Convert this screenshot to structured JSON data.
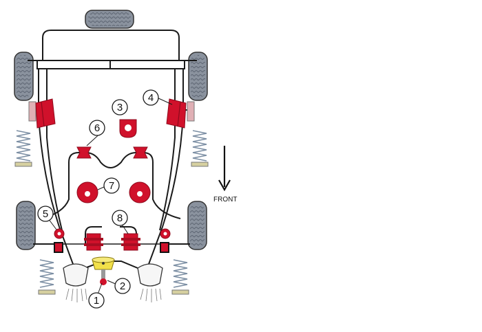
{
  "labels": {
    "front": "FRONT",
    "c1": "1",
    "c2": "2",
    "c3": "3",
    "c4": "4",
    "c5": "5",
    "c6": "6",
    "c7": "7",
    "c8": "8"
  },
  "colors": {
    "bushing": "#d0112b",
    "bushing_dark": "#8e0a1c",
    "outline": "#1a1a1a",
    "tyre": "#7f8896",
    "spring": "#7b8ea3",
    "mount": "#f2e04a"
  }
}
